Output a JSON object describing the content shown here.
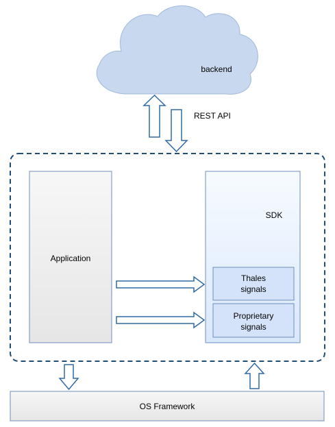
{
  "cloud": {
    "label": "backend"
  },
  "api": {
    "label": "REST API"
  },
  "application": {
    "label": "Application"
  },
  "sdk": {
    "label": "SDK"
  },
  "thales": {
    "line1": "Thales",
    "line2": "signals"
  },
  "proprietary": {
    "line1": "Proprietary",
    "line2": "signals"
  },
  "framework": {
    "label": "OS Framework"
  },
  "colors": {
    "stroke": "#6c8ebf",
    "dash": "#1f4e79",
    "cloud_fill": "#c8d8ef",
    "sdk_fill": "#dae8fc",
    "box_fill": "#f0f0f0"
  }
}
